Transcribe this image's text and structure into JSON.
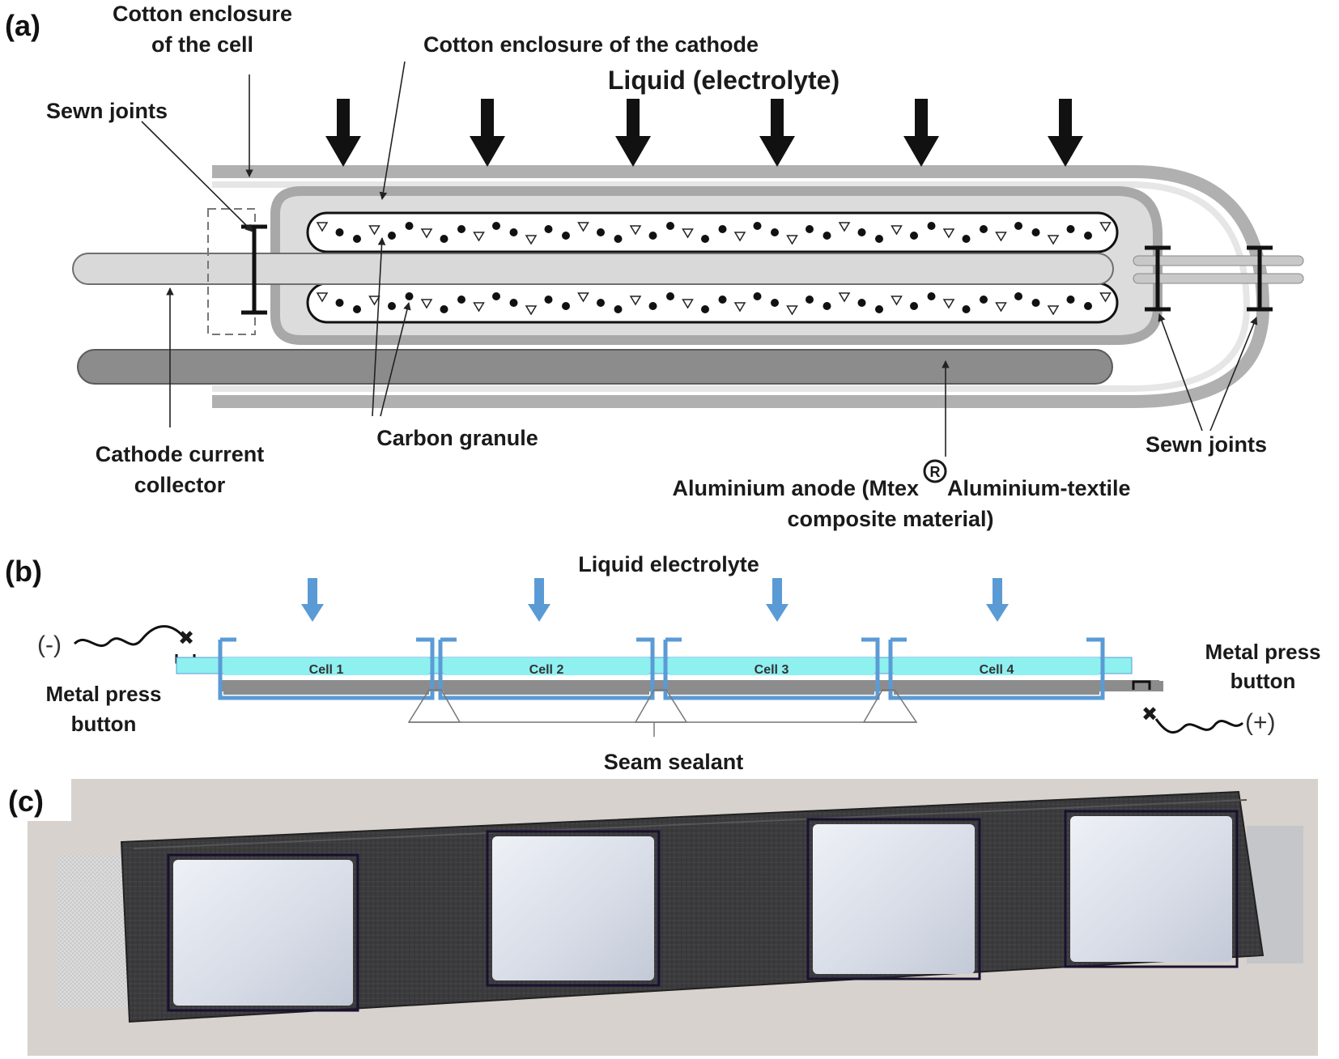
{
  "panels": {
    "a": "(a)",
    "b": "(b)",
    "c": "(c)"
  },
  "panel_a": {
    "cotton_cell_line1": "Cotton enclosure",
    "cotton_cell_line2": "of the cell",
    "cotton_cathode": "Cotton enclosure of the cathode",
    "liquid": "Liquid (electrolyte)",
    "sewn_joints_left": "Sewn joints",
    "sewn_joints_right": "Sewn joints",
    "carbon_granule": "Carbon granule",
    "collector_line1": "Cathode current",
    "collector_line2": "collector",
    "anode_line1_a": "Aluminium anode (Mtex",
    "anode_registered": "R",
    "anode_line1_b": "Aluminium-textile",
    "anode_line2": "composite material)"
  },
  "panel_b": {
    "liquid": "Liquid electrolyte",
    "neg_terminal": "(-)",
    "pos_terminal": "(+)",
    "left_button_line1": "Metal press",
    "left_button_line2": "button",
    "right_button_line1": "Metal press",
    "right_button_line2": "button",
    "seam_sealant": "Seam sealant",
    "cells": [
      "Cell 1",
      "Cell 2",
      "Cell 3",
      "Cell 4"
    ]
  },
  "colors": {
    "cell_blue": "#5b9bd5",
    "electrolyte_cyan": "#8ff0f0",
    "anode_grey": "#8c8c8c",
    "enclosure_grey": "#a6a6a6",
    "fabric_dark": "#3a3a3c",
    "pouch_white": "#dfe3ec"
  }
}
